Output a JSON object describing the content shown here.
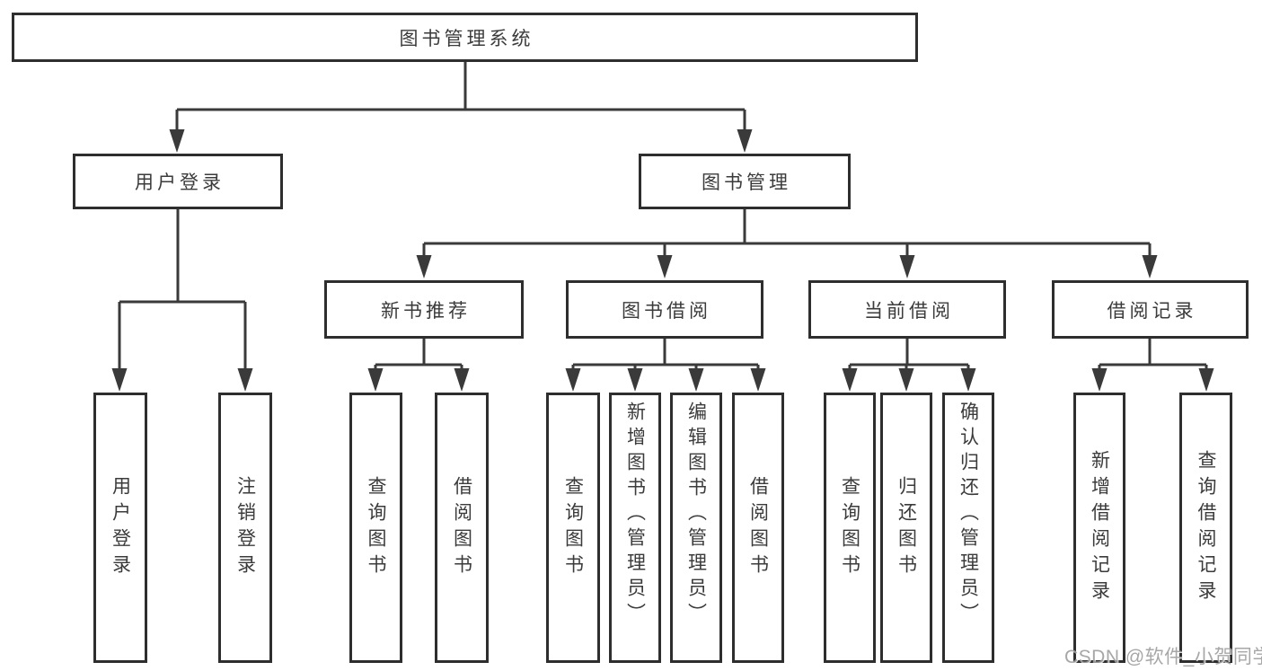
{
  "diagram": {
    "title": "图书管理系统",
    "nodes": [
      {
        "label": "用户登录",
        "children": [
          "用户登录",
          "注销登录"
        ]
      },
      {
        "label": "图书管理",
        "sections": [
          {
            "label": "新书推荐",
            "children": [
              "查询图书",
              "借阅图书"
            ]
          },
          {
            "label": "图书借阅",
            "children": [
              "查询图书",
              "新增图书（管理员）",
              "编辑图书（管理员）",
              "借阅图书"
            ]
          },
          {
            "label": "当前借阅",
            "children": [
              "查询图书",
              "归还图书",
              "确认归还（管理员）"
            ]
          },
          {
            "label": "借阅记录",
            "children": [
              "新增借阅记录",
              "查询借阅记录"
            ]
          }
        ]
      }
    ]
  },
  "watermark": "CSDN @软件_小贺同学",
  "colors": {
    "line": "#3a3a3a",
    "border": "#2e2e2e",
    "text": "#3b3b3b",
    "watermark": "#9e9e9e",
    "bg": "#ffffff"
  }
}
